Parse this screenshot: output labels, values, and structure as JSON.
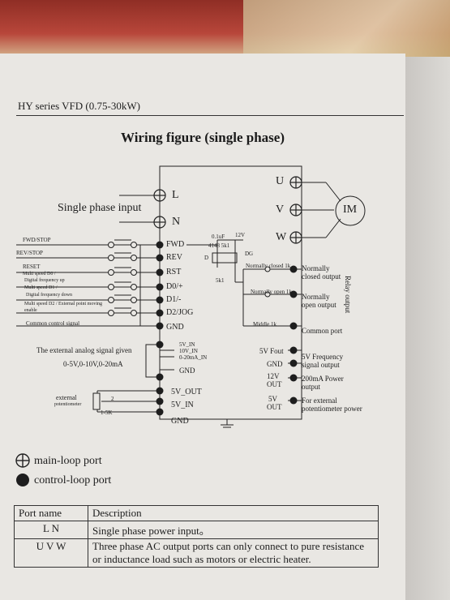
{
  "header": {
    "series": "HY   series VFD (0.75-30kW)"
  },
  "title": "Wiring figure (single phase)",
  "power": {
    "input_label": "Single phase input",
    "L": "L",
    "N": "N"
  },
  "motor": {
    "U": "U",
    "V": "V",
    "W": "W",
    "label": "IM"
  },
  "inputs": {
    "fwd_stop": "FWD/STOP",
    "rev_stop": "REV/STOP",
    "reset": "RESET",
    "ms0a": "Multi speed D0 /",
    "ms0b": "Digital frequency  up",
    "ms1a": "Multi speed D1 /",
    "ms1b": "Digital frequency  down",
    "ms2": "Multi speed D2 / External point moving enable",
    "common": "Common control signal"
  },
  "terminals": {
    "fwd": "FWD",
    "rev": "REV",
    "rst": "RST",
    "d0": "D0/+",
    "d1": "D1/-",
    "d2": "D2/JOG",
    "gnd": "GND"
  },
  "relay": {
    "cap": "0.1uF",
    "v12": "12V",
    "parts": "4148 5k1",
    "d": "D",
    "dg": "DG",
    "r5k": "5k1"
  },
  "analog": {
    "desc1": "The external analog signal given",
    "desc2": "0-5V,0-10V,0-20mA",
    "in1": "5V_IN",
    "in2": "10V_IN",
    "in3": "0-20mA_IN",
    "gnd": "GND",
    "v5out": "5V_OUT",
    "v5in": "5V_IN",
    "gnd2": "GND",
    "pot_label1": "external",
    "pot_label2": "potentiometer",
    "pot_val": "1-5K",
    "pin2": "2"
  },
  "outputs": {
    "nc": "Normally closed 1k",
    "no": "Normally open 1k",
    "mid": "Middle 1k",
    "nc_port": "Normally closed output",
    "no_port": "Normally open output",
    "common_port": "Common port",
    "relay_side": "Relay output",
    "fout": "5V Fout",
    "gnd": "GND",
    "v12": "12V",
    "out1": "OUT",
    "v5": "5V",
    "out2": "OUT",
    "freq1": "5V Frequency",
    "freq2": "signal output",
    "power1": "200mA Power",
    "power2": "output",
    "pot1": "For external",
    "pot2": "potentiometer power"
  },
  "legend": {
    "main": "main-loop port",
    "control": "control-loop port"
  },
  "table": {
    "headers": [
      "Port name",
      "Description"
    ],
    "rows": [
      {
        "port": "L       N",
        "desc": "Single phase power input。"
      },
      {
        "port": "U    V    W",
        "desc": "Three phase AC output ports can only connect to pure resistance or inductance load such as motors or electric heater."
      }
    ]
  }
}
